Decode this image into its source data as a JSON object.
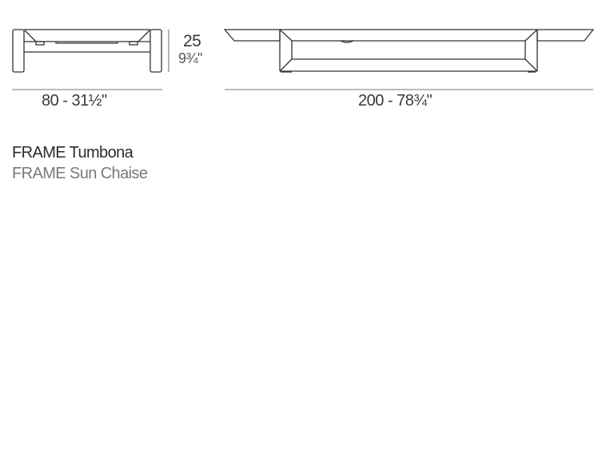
{
  "drawing": {
    "front_view": {
      "width_label": "80 - 31½\"",
      "height_cm": "25",
      "height_in": "9¾\""
    },
    "side_view": {
      "length_label": "200 - 78¾\""
    }
  },
  "product": {
    "name_es": "FRAME Tumbona",
    "name_en": "FRAME Sun Chaise"
  },
  "colors": {
    "line": "#333333",
    "dimension_line": "#666666",
    "text_primary": "#2b2b2b",
    "text_secondary": "#7a7a7a"
  }
}
